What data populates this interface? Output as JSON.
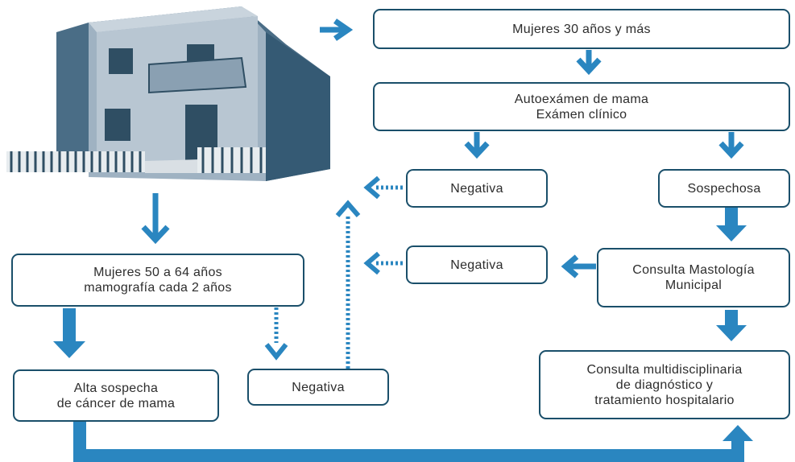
{
  "colors": {
    "arrow": "#2a86c0",
    "box_border": "#1a4f6a",
    "text": "#2d2d2d"
  },
  "illustration": "house-icon",
  "boxes": {
    "women_30_plus": {
      "line1": "Mujeres 30 años y más"
    },
    "self_exam": {
      "line1": "Autoexámen de mama",
      "line2": "Exámen clínico"
    },
    "negative_top": {
      "line1": "Negativa"
    },
    "suspicious": {
      "line1": "Sospechosa"
    },
    "negative_middle": {
      "line1": "Negativa"
    },
    "mastology": {
      "line1": "Consulta Mastología",
      "line2": "Municipal"
    },
    "women_50_64": {
      "line1": "Mujeres 50 a 64 años",
      "line2": "mamografía cada 2 años"
    },
    "high_suspicion": {
      "line1": "Alta sospecha",
      "line2": "de cáncer de mama"
    },
    "negative_bottom": {
      "line1": "Negativa"
    },
    "multidisciplinary": {
      "line1": "Consulta multidisciplinaria",
      "line2": "de diagnóstico y",
      "line3": "tratamiento hospitalario"
    }
  }
}
